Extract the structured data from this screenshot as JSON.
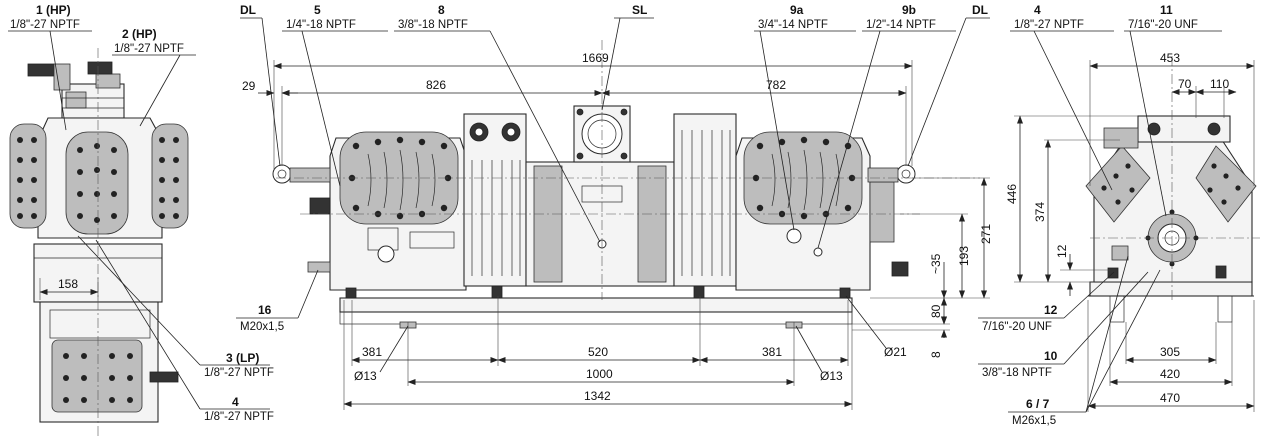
{
  "callouts": {
    "c1": {
      "num": "1 (HP)",
      "spec": "1/8\"-27 NPTF"
    },
    "c2": {
      "num": "2 (HP)",
      "spec": "1/8\"-27 NPTF"
    },
    "c3": {
      "num": "3 (LP)",
      "spec": "1/8\"-27 NPTF"
    },
    "c4a": {
      "num": "4",
      "spec": "1/8\"-27 NPTF"
    },
    "dl1": {
      "num": "DL"
    },
    "c5": {
      "num": "5",
      "spec": "1/4\"-18 NPTF"
    },
    "c8": {
      "num": "8",
      "spec": "3/8\"-18 NPTF"
    },
    "sl": {
      "num": "SL"
    },
    "c9a": {
      "num": "9a",
      "spec": "3/4\"-14 NPTF"
    },
    "c9b": {
      "num": "9b",
      "spec": "1/2\"-14 NPTF"
    },
    "dl2": {
      "num": "DL"
    },
    "c16": {
      "num": "16",
      "spec": "M20x1,5"
    },
    "c4b": {
      "num": "4",
      "spec": "1/8\"-27 NPTF"
    },
    "c11": {
      "num": "11",
      "spec": "7/16\"-20 UNF"
    },
    "c12": {
      "num": "12",
      "spec": "7/16\"-20 UNF"
    },
    "c10": {
      "num": "10",
      "spec": "3/8\"-18 NPTF"
    },
    "c67": {
      "num": "6 / 7",
      "spec": "M26x1,5"
    }
  },
  "dimensions": {
    "d158": "158",
    "d29": "29",
    "d826": "826",
    "d1669": "1669",
    "d782": "782",
    "d271": "271",
    "d193": "193",
    "d35": "~35",
    "d80": "80",
    "d8": "8",
    "d381a": "381",
    "d520": "520",
    "d381b": "381",
    "d1000": "1000",
    "d1342": "1342",
    "d13a": "Ø13",
    "d13b": "Ø13",
    "d21": "Ø21",
    "d453": "453",
    "d70": "70",
    "d110": "110",
    "d446": "446",
    "d374": "374",
    "d12": "12",
    "d305": "305",
    "d420": "420",
    "d470": "470"
  }
}
